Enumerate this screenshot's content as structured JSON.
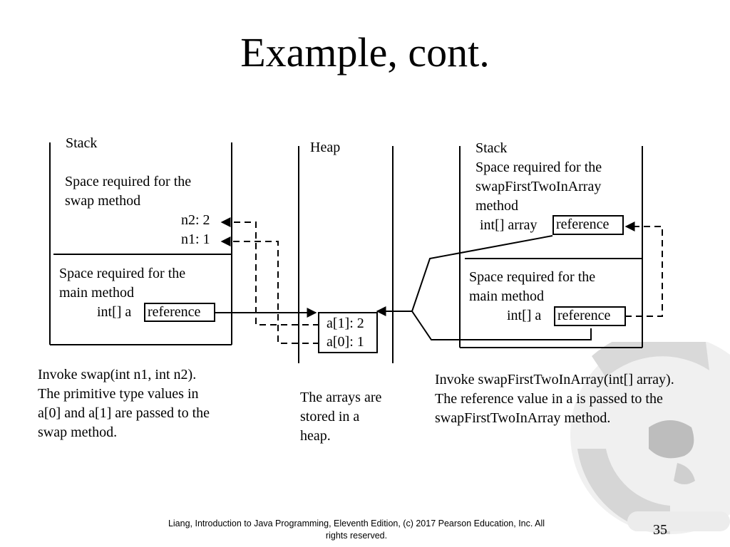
{
  "title": "Example, cont.",
  "left_stack": {
    "label": "Stack",
    "swap_space_lines": [
      "Space required for the",
      "swap method"
    ],
    "n2": "n2: 2",
    "n1": "n1: 1",
    "main_space_lines": [
      "Space required for the",
      "main method"
    ],
    "var_label": "int[] a",
    "ref_label": "reference"
  },
  "heap": {
    "label": "Heap",
    "cell_1": "a[1]: 2",
    "cell_0": "a[0]: 1"
  },
  "right_stack": {
    "label": "Stack",
    "method_space_lines": [
      "Space required for the",
      "swapFirstTwoInArray",
      "method"
    ],
    "array_var_label": "int[] array",
    "array_ref_label": "reference",
    "main_space_lines": [
      "Space required for the",
      "main method"
    ],
    "var_label": "int[] a",
    "ref_label": "reference"
  },
  "captions": {
    "left": [
      "Invoke swap(int n1, int n2).",
      "The primitive type values in",
      "a[0] and a[1] are passed to  the",
      "swap method."
    ],
    "middle": [
      "The arrays are",
      "stored in a",
      "heap."
    ],
    "right": [
      "Invoke swapFirstTwoInArray(int[] array).",
      "The reference value in a is passed to  the",
      "swapFirstTwoInArray method."
    ]
  },
  "footer": {
    "line1": "Liang, Introduction to Java Programming, Eleventh Edition, (c) 2017 Pearson Education, Inc. All",
    "line2": "rights reserved."
  },
  "page_number": "35"
}
